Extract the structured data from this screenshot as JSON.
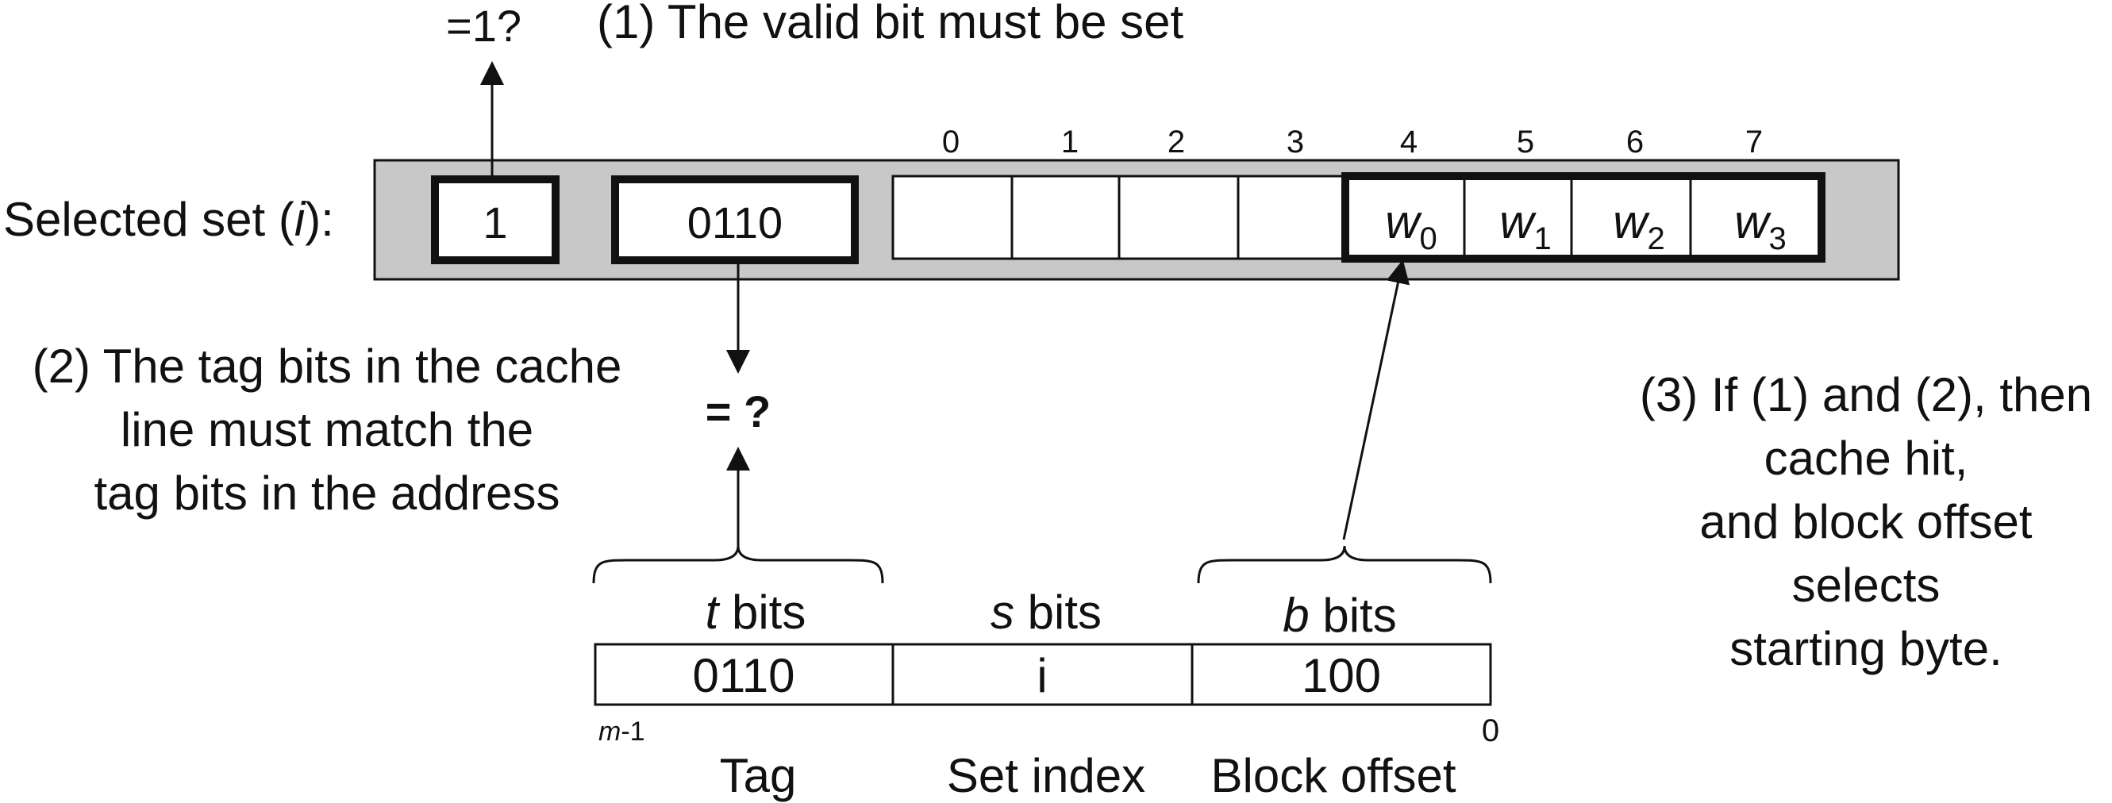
{
  "valid_check": "=1?",
  "note_valid": "(1) The valid bit must be set",
  "set_label": {
    "prefix": "Selected set (",
    "var": "i",
    "suffix": "):"
  },
  "line": {
    "valid_bit": "1",
    "tag_bits": "0110",
    "byte_indices": [
      "0",
      "1",
      "2",
      "3",
      "4",
      "5",
      "6",
      "7"
    ],
    "words": [
      {
        "w": "w",
        "sub": "0"
      },
      {
        "w": "w",
        "sub": "1"
      },
      {
        "w": "w",
        "sub": "2"
      },
      {
        "w": "w",
        "sub": "3"
      }
    ]
  },
  "tag_compare": "= ?",
  "note_tag": [
    "(2) The tag bits in the cache",
    "line must match the",
    "tag bits in the address"
  ],
  "note_hit": [
    "(3) If (1) and (2), then",
    "cache hit,",
    "and block offset",
    "selects",
    "starting byte."
  ],
  "address": {
    "fields": [
      {
        "var": "t",
        "bits": " bits",
        "value": "0110",
        "name": "Tag"
      },
      {
        "var": "s",
        "bits": " bits",
        "value": "i",
        "name": "Set index"
      },
      {
        "var": "b",
        "bits": " bits",
        "value": "100",
        "name": "Block offset"
      }
    ],
    "msb_var": "m",
    "msb_suffix": "-1",
    "lsb": "0"
  },
  "colors": {
    "set_fill": "#c8c8c8",
    "stroke": "#111111",
    "cell_fill": "#ffffff"
  }
}
